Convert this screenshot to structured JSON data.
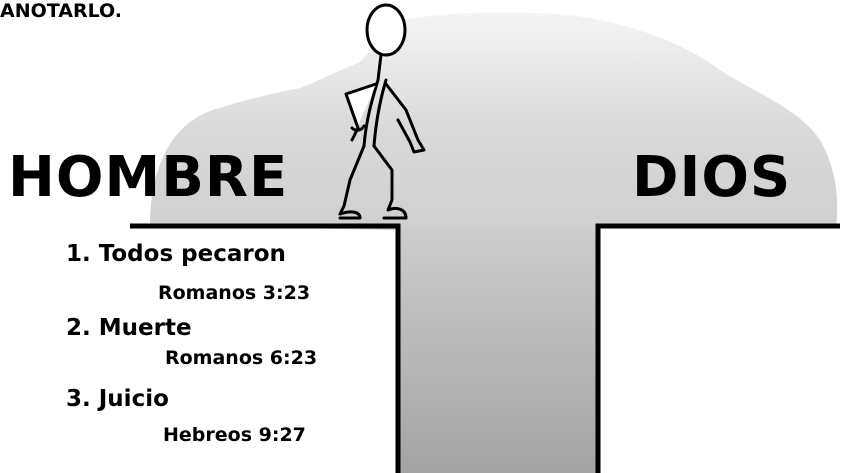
{
  "header_fragment": "ANOTARLO.",
  "left_label": "HOMBRE",
  "right_label": "DIOS",
  "points": [
    {
      "text": "1. Todos pecaron",
      "reference": "Romanos 3:23"
    },
    {
      "text": "2. Muerte",
      "reference": "Romanos 6:23"
    },
    {
      "text": "3. Juicio",
      "reference": "Hebreos 9:27"
    }
  ],
  "colors": {
    "ink": "#000000",
    "shadow_light": "#f2f2f2",
    "shadow_mid": "#c8c8c8",
    "chasm_dark": "#a0a0a0",
    "background": "#ffffff"
  }
}
